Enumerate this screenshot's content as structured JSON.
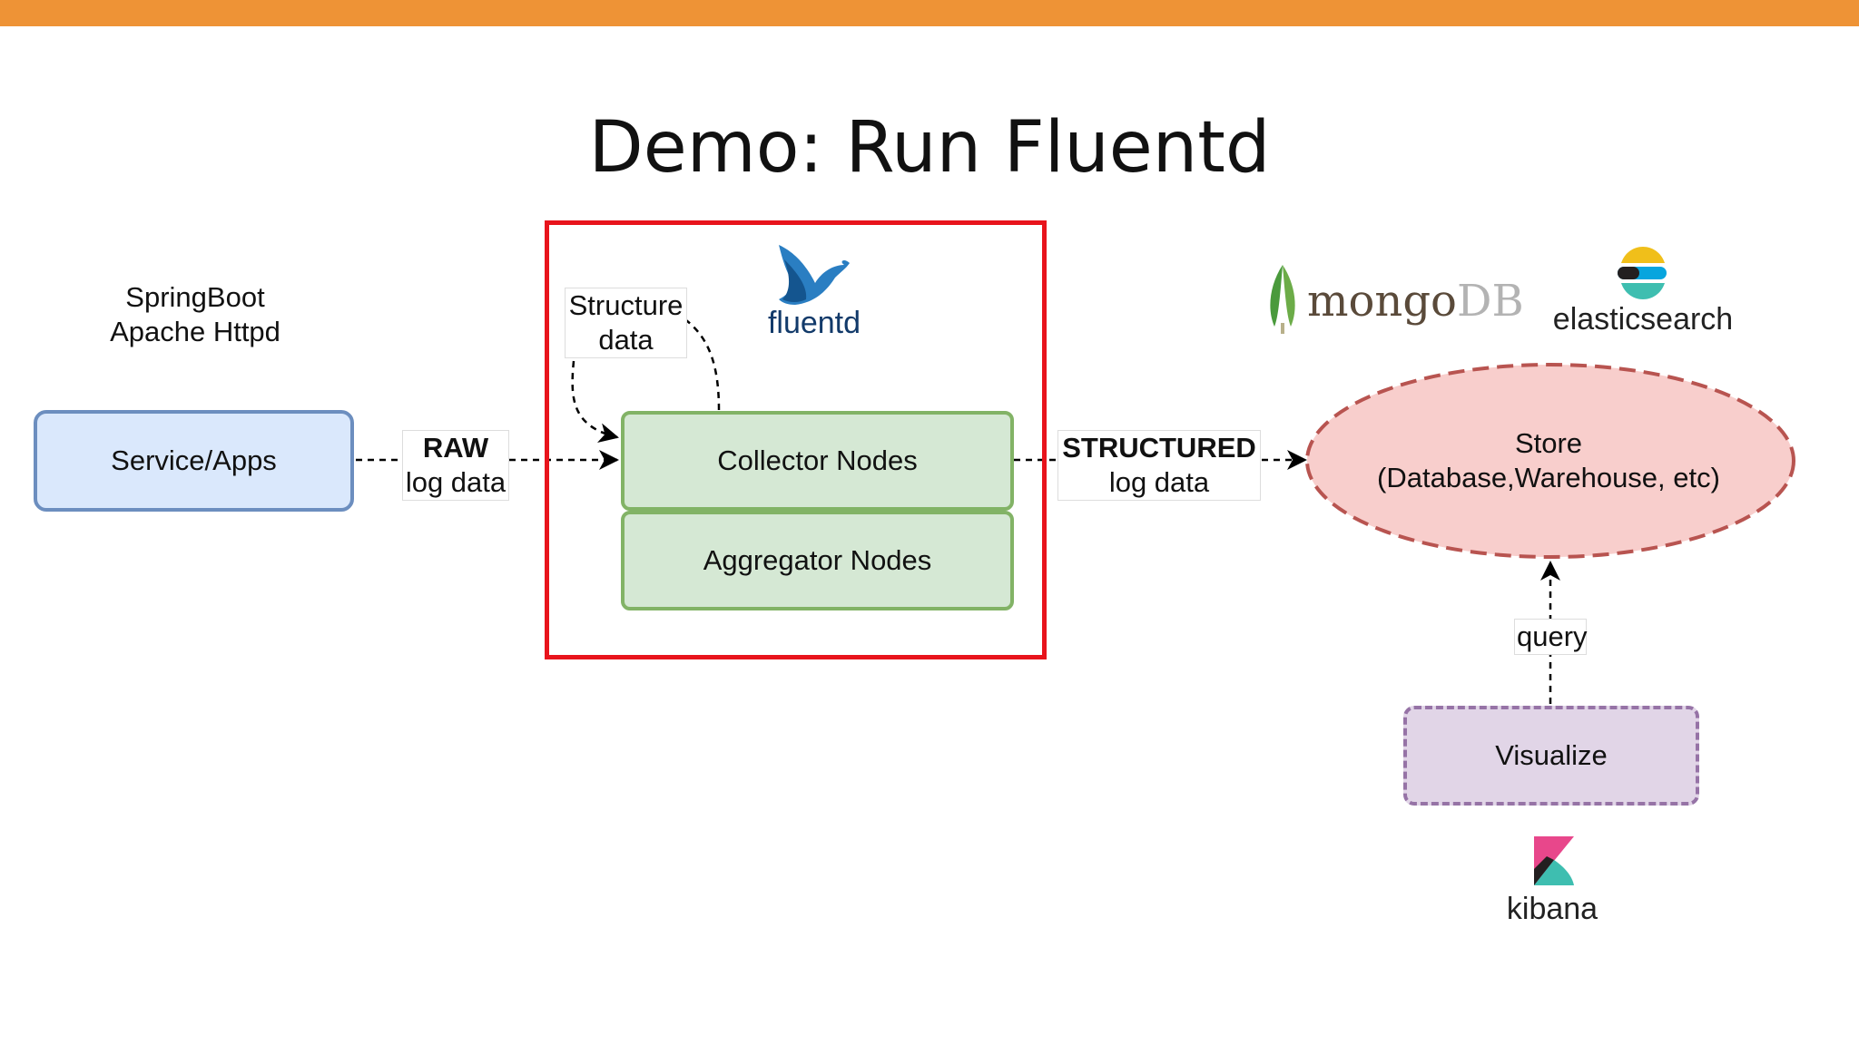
{
  "slide": {
    "title": "Demo: Run Fluentd"
  },
  "source": {
    "caption_line1": "SpringBoot",
    "caption_line2": "Apache Httpd",
    "box_label": "Service/Apps"
  },
  "edges": {
    "raw_bold": "RAW",
    "raw_sub": "log data",
    "structure_line1": "Structure",
    "structure_line2": "data",
    "structured_bold": "STRUCTURED",
    "structured_sub": "log data",
    "query": "query"
  },
  "fluentd": {
    "logo_text": "fluentd",
    "collector": "Collector Nodes",
    "aggregator": "Aggregator Nodes"
  },
  "store": {
    "line1": "Store",
    "line2": "(Database,Warehouse, etc)",
    "mongo_a": "mongo",
    "mongo_b": "DB",
    "elastic": "elasticsearch"
  },
  "visual": {
    "box_label": "Visualize",
    "kibana": "kibana"
  },
  "colors": {
    "topbar": "#ee9336",
    "highlight_frame": "#e8141c",
    "service_fill": "#dae8fc",
    "node_fill": "#d5e8d4",
    "store_fill": "#f8cecc",
    "visualize_fill": "#e1d5e7"
  },
  "icons": [
    "fluentd-bird-icon",
    "mongodb-leaf-icon",
    "elasticsearch-icon",
    "kibana-icon"
  ]
}
